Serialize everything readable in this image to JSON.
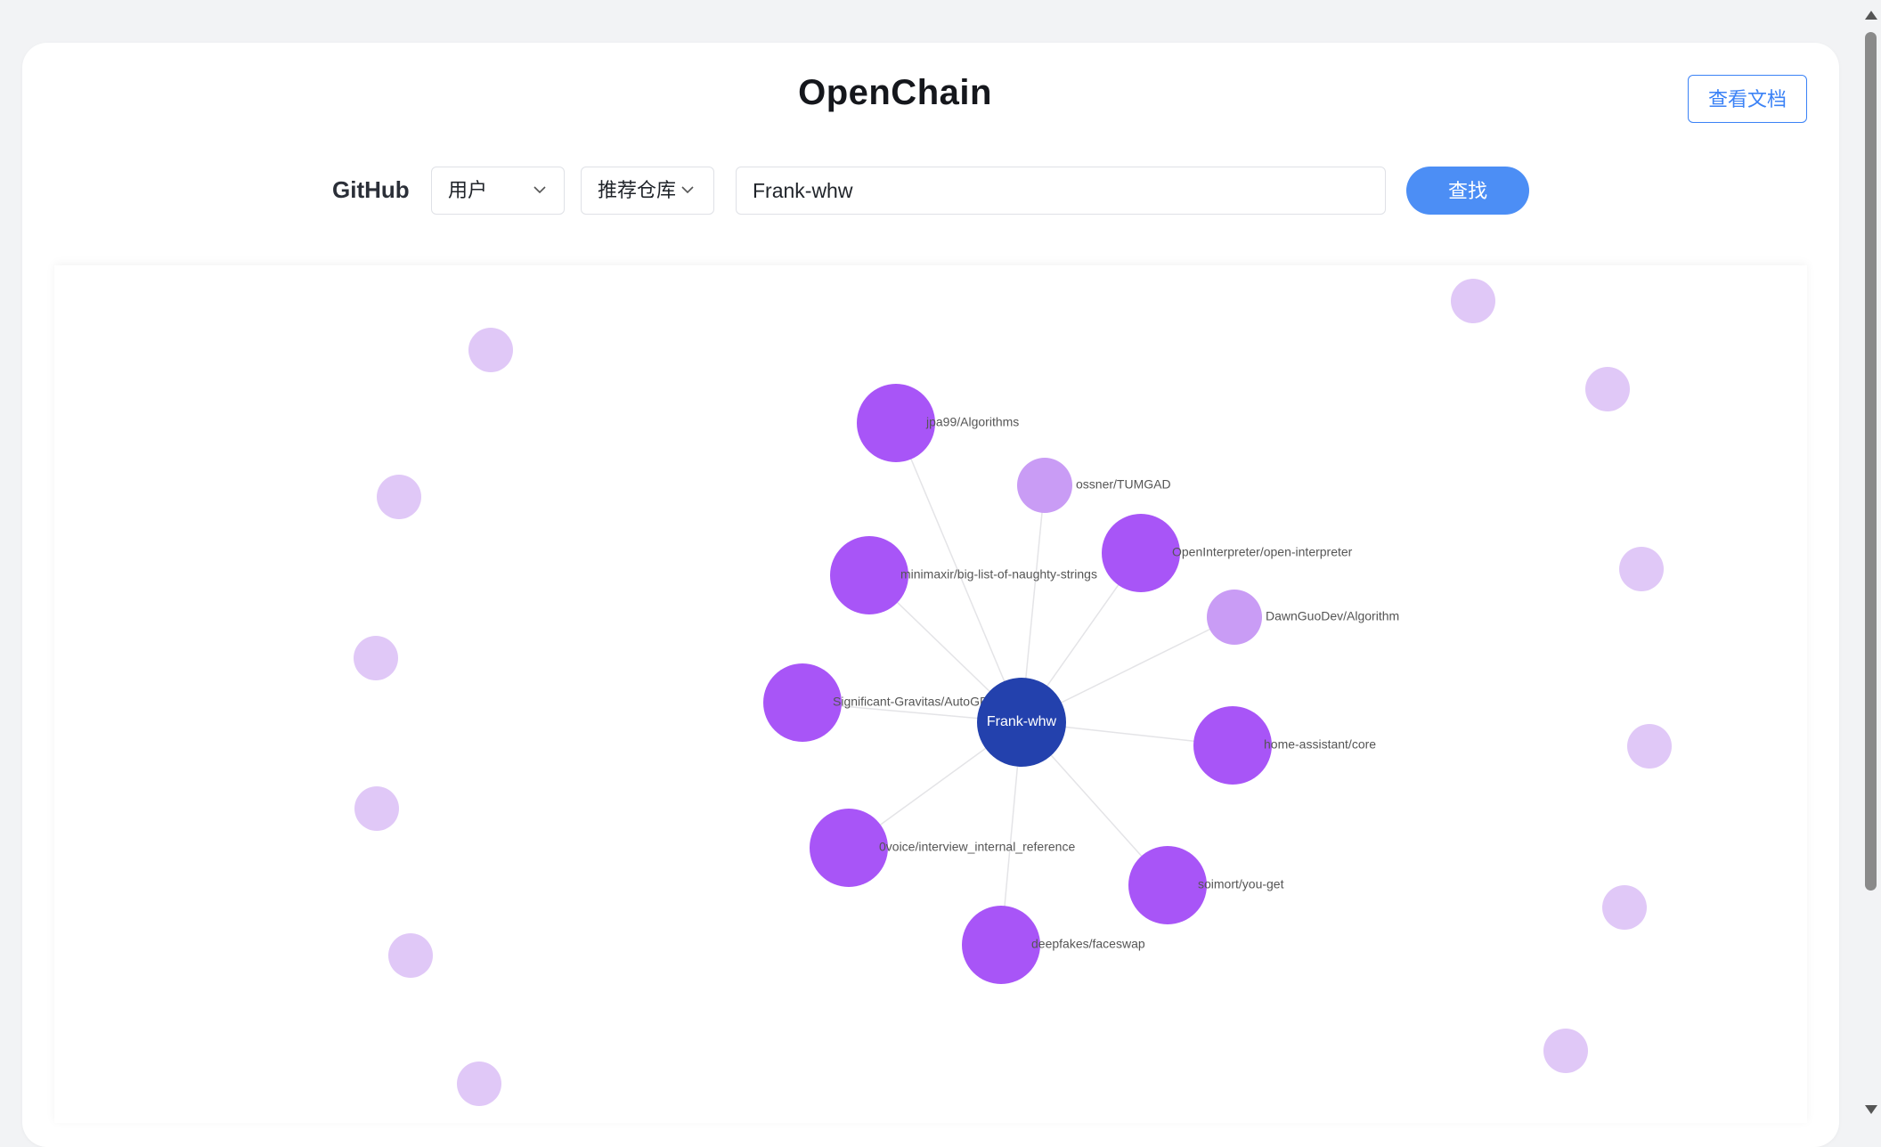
{
  "header": {
    "title": "OpenChain",
    "docs_label": "查看文档"
  },
  "search": {
    "platform_label": "GitHub",
    "type_value": "用户",
    "mode_value": "推荐仓库",
    "query_value": "Frank-whw",
    "button_label": "查找"
  },
  "graph": {
    "center": {
      "label": "Frank-whw",
      "color": "#2341ad"
    },
    "repos": [
      {
        "label": "jpa99/Algorithms",
        "size": "large"
      },
      {
        "label": "ossner/TUMGAD",
        "size": "small"
      },
      {
        "label": "OpenInterpreter/open-interpreter",
        "size": "large"
      },
      {
        "label": "DawnGuoDev/Algorithm",
        "size": "small"
      },
      {
        "label": "minimaxir/big-list-of-naughty-strings",
        "size": "large"
      },
      {
        "label": "Significant-Gravitas/AutoGPT",
        "size": "large"
      },
      {
        "label": "home-assistant/core",
        "size": "large"
      },
      {
        "label": "0voice/interview_internal_reference",
        "size": "large"
      },
      {
        "label": "soimort/you-get",
        "size": "large"
      },
      {
        "label": "deepfakes/faceswap",
        "size": "large"
      }
    ],
    "colors": {
      "repo_large": "#a855f7",
      "repo_small": "#c99cf5",
      "outer": "#e0c8f7",
      "edge": "#e4e4e7"
    }
  },
  "icons": {
    "select_chevron": "chevron-down-icon"
  }
}
